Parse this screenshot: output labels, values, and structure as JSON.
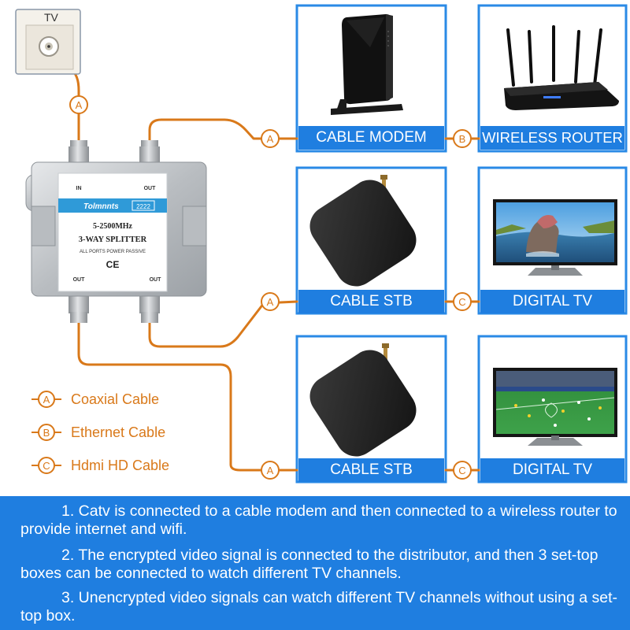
{
  "wall_outlet": {
    "label": "TV"
  },
  "splitter": {
    "brand": "Tolmnnts",
    "model": "2222",
    "frequency": "5-2500MHz",
    "name": "3-WAY SPLITTER",
    "subtitle": "ALL PORTS POWER PASSIVE",
    "mark": "CE",
    "port_in": "IN",
    "port_out": "OUT"
  },
  "devices": {
    "cable_modem": "CABLE MODEM",
    "wireless_router": "WIRELESS ROUTER",
    "cable_stb_1": "CABLE STB",
    "digital_tv_1": "DIGITAL TV",
    "cable_stb_2": "CABLE STB",
    "digital_tv_2": "DIGITAL TV"
  },
  "badges": {
    "a": "A",
    "b": "B",
    "c": "C"
  },
  "legend": [
    {
      "letter": "A",
      "text": "Coaxial Cable"
    },
    {
      "letter": "B",
      "text": "Ethernet Cable"
    },
    {
      "letter": "C",
      "text": "Hdmi HD Cable"
    }
  ],
  "notes": [
    "1. Catv is connected to a cable modem and then connected to a wireless router to provide internet and wifi.",
    "2. The encrypted video signal is connected to the distributor, and then 3 set-top boxes can be connected to watch different TV channels.",
    "3. Unencrypted video signals can watch different TV channels without using a set-top box."
  ],
  "colors": {
    "accent_blue": "#1f7ee0",
    "cable_orange": "#d9791a",
    "panel_border": "#2a8ae6"
  },
  "icons": [
    "wall-outlet-icon",
    "cable-modem-icon",
    "wireless-router-icon",
    "set-top-box-icon",
    "tv-icon",
    "splitter-icon"
  ]
}
